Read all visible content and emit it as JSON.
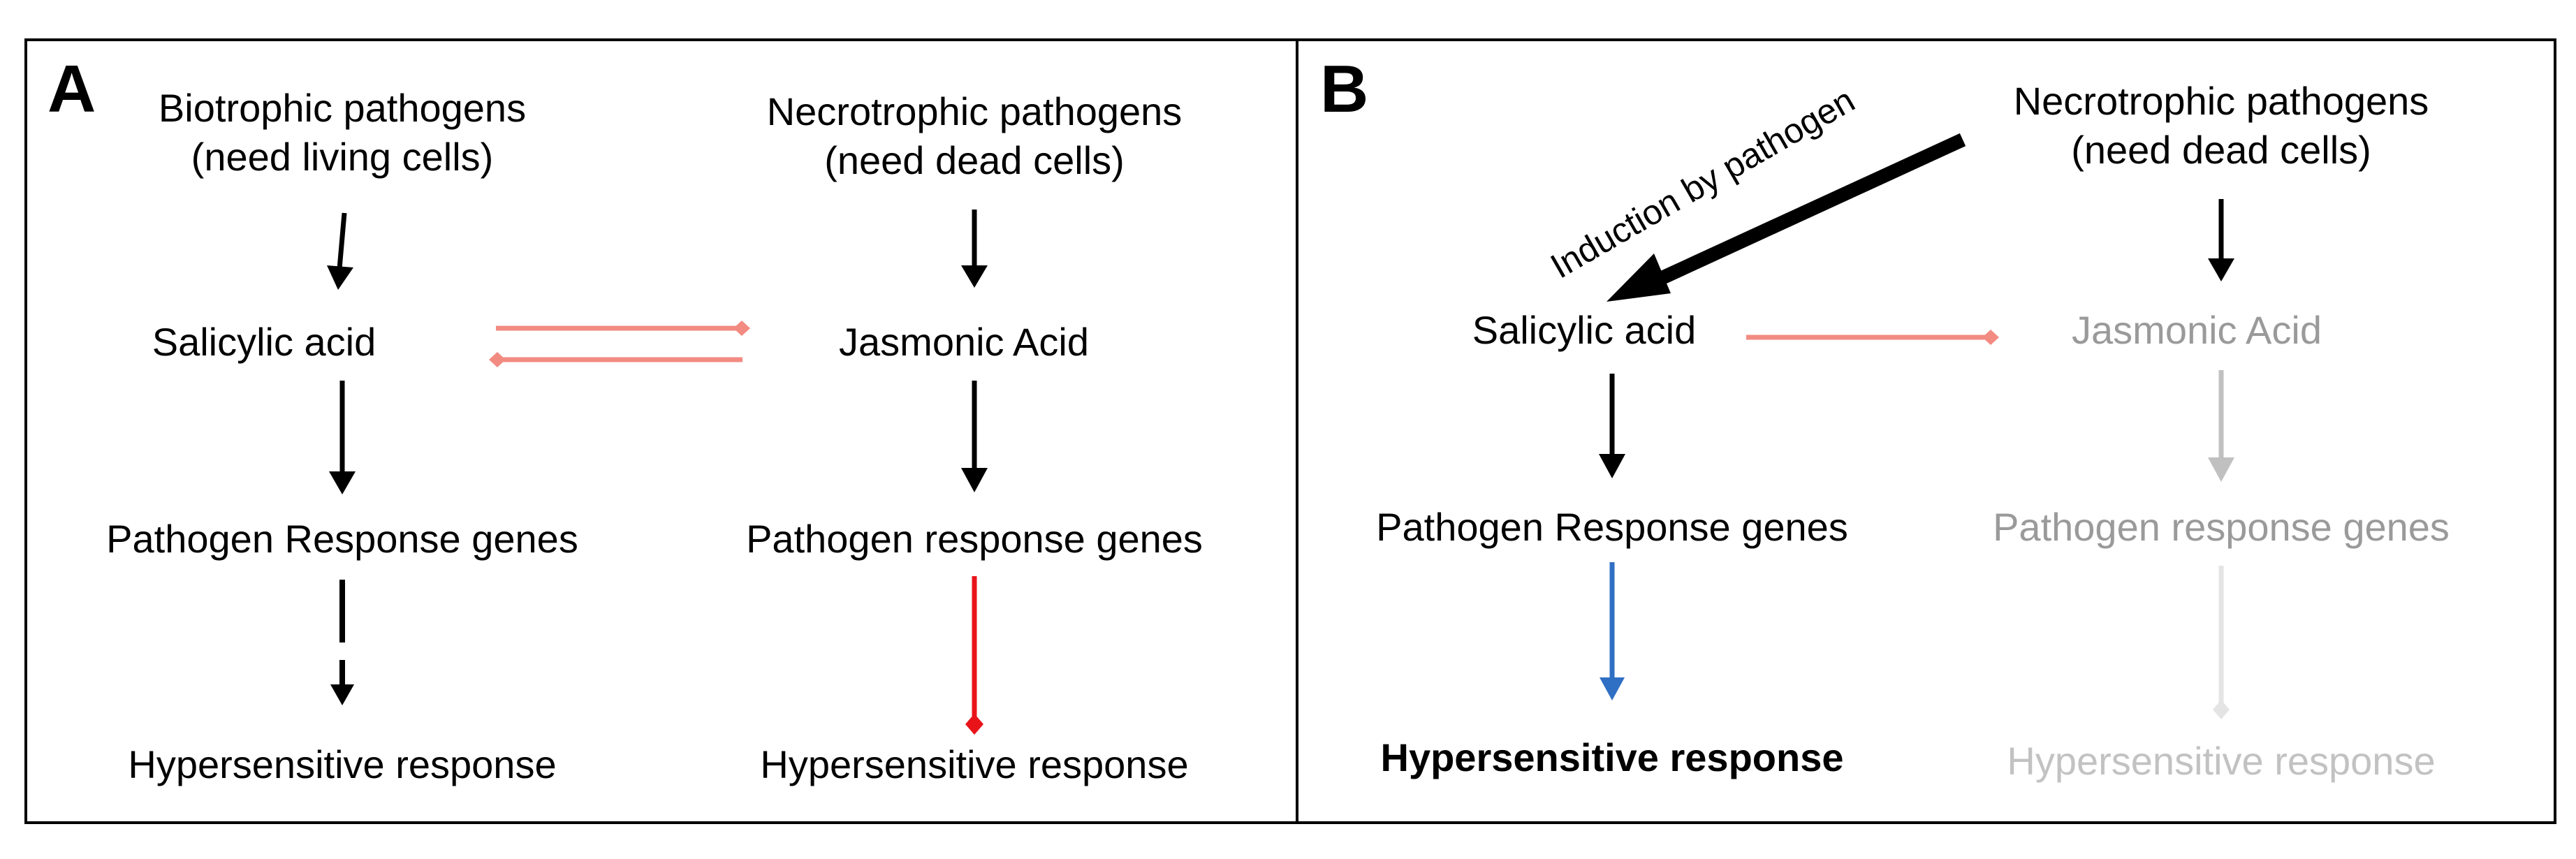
{
  "panel_a": {
    "letter": "A",
    "biotrophic": {
      "line1": "Biotrophic pathogens",
      "line2": "(need living cells)"
    },
    "necrotrophic": {
      "line1": "Necrotrophic pathogens",
      "line2": "(need dead cells)"
    },
    "salicylic": "Salicylic acid",
    "jasmonic": "Jasmonic Acid",
    "genes_left": "Pathogen Response genes",
    "genes_right": "Pathogen response genes",
    "hr_left": "Hypersensitive response",
    "hr_right": "Hypersensitive response"
  },
  "panel_b": {
    "letter": "B",
    "necrotrophic": {
      "line1": "Necrotrophic pathogens",
      "line2": "(need dead cells)"
    },
    "induction_label": "Induction by pathogen",
    "salicylic": "Salicylic acid",
    "jasmonic": "Jasmonic Acid",
    "genes_left": "Pathogen Response genes",
    "genes_right": "Pathogen response genes",
    "hr_left": "Hypersensitive response",
    "hr_right": "Hypersensitive response"
  },
  "colors": {
    "activation": "#000000",
    "inhibition_pale": "#f28b82",
    "inhibition_strong": "#e8141a",
    "activation_blue": "#2f6fc4",
    "muted": "#9a9a9a",
    "faded": "#c2c2c2"
  }
}
